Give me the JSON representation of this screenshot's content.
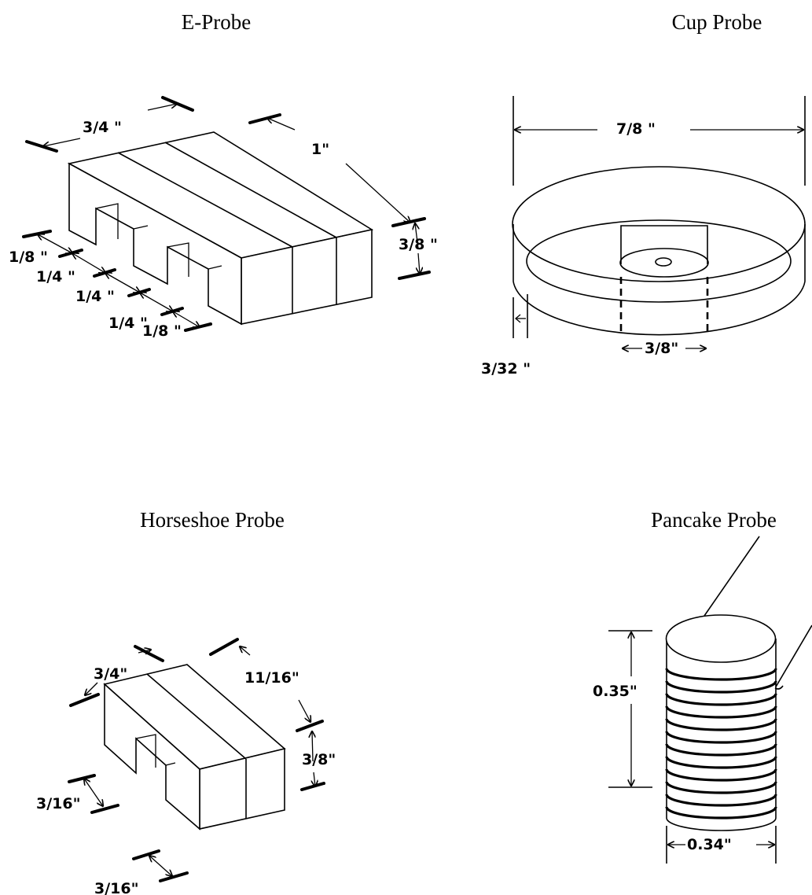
{
  "probes": {
    "e_probe": {
      "title": "E-Probe",
      "dims": {
        "width": "3/4 \"",
        "length": "1\"",
        "height": "3/8 \"",
        "leg1": "1/8 \"",
        "gap1": "1/4 \"",
        "center": "1/4 \"",
        "gap2": "1/4 \"",
        "leg2": "1/8 \""
      }
    },
    "cup_probe": {
      "title": "Cup Probe",
      "dims": {
        "diameter": "7/8 \"",
        "wall": "3/32 \"",
        "core": "3/8\""
      }
    },
    "horseshoe_probe": {
      "title": "Horseshoe Probe",
      "dims": {
        "width": "3/4\"",
        "length": "11/16\"",
        "height": "3/8\"",
        "leg1": "3/16\"",
        "leg2": "3/16\""
      }
    },
    "pancake_probe": {
      "title": "Pancake Probe",
      "dims": {
        "height": "0.35\"",
        "diameter": "0.34\""
      }
    }
  }
}
